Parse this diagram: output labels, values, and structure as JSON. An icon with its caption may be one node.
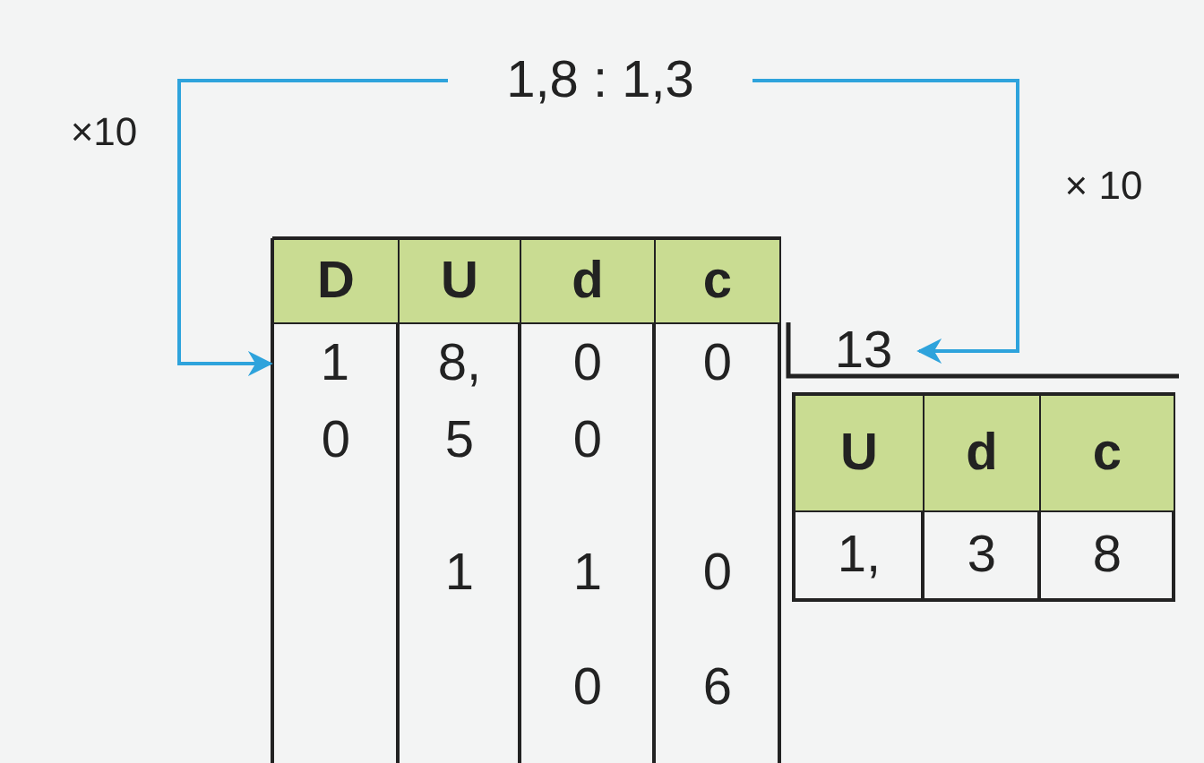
{
  "diagram": {
    "nodes": [
      {
        "text": [
          "1,8 : 1,3"
        ]
      },
      {
        "text": [
          "1"
        ]
      },
      {
        "text": [
          "13"
        ]
      }
    ],
    "edges": [
      {
        "from": 0,
        "to": 1,
        "arrow": "to"
      },
      {
        "from": 0,
        "to": 2,
        "arrow": "to"
      }
    ],
    "labels": [
      "×10",
      "× 10",
      "D",
      "U",
      "d",
      "c",
      "8,",
      "0",
      "0",
      "0",
      "5",
      "0",
      "1",
      "1",
      "0",
      "0",
      "6",
      "U",
      "d",
      "c",
      "1,",
      "3",
      "8"
    ]
  }
}
